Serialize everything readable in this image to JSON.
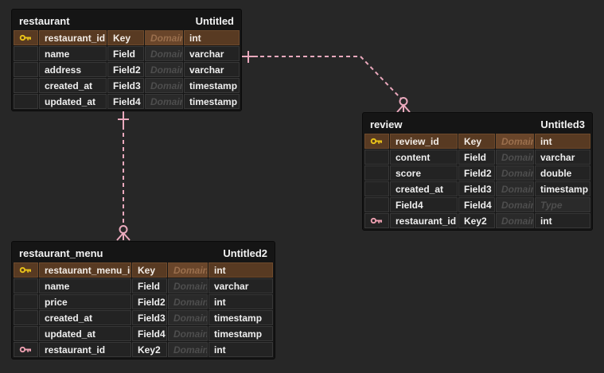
{
  "canvas": {
    "background_color": "#272727",
    "relationship_color": "#eaa9bd",
    "primary_key_row_color": "#583a22",
    "primary_key_icon_color": "#e9c319",
    "foreign_key_icon_color": "#ec9fb0"
  },
  "tables": [
    {
      "name": "restaurant",
      "title": "Untitled",
      "rows": [
        {
          "icon": "primary-key",
          "field": "restaurant_id",
          "key": "Key",
          "domain": "Domain",
          "type": "int"
        },
        {
          "icon": "none",
          "field": "name",
          "key": "Field",
          "domain": "Domain",
          "type": "varchar"
        },
        {
          "icon": "none",
          "field": "address",
          "key": "Field2",
          "domain": "Domain",
          "type": "varchar"
        },
        {
          "icon": "none",
          "field": "created_at",
          "key": "Field3",
          "domain": "Domain",
          "type": "timestamp"
        },
        {
          "icon": "none",
          "field": "updated_at",
          "key": "Field4",
          "domain": "Domain",
          "type": "timestamp"
        }
      ]
    },
    {
      "name": "review",
      "title": "Untitled3",
      "rows": [
        {
          "icon": "primary-key",
          "field": "review_id",
          "key": "Key",
          "domain": "Domain",
          "type": "int"
        },
        {
          "icon": "none",
          "field": "content",
          "key": "Field",
          "domain": "Domain",
          "type": "varchar"
        },
        {
          "icon": "none",
          "field": "score",
          "key": "Field2",
          "domain": "Domain",
          "type": "double"
        },
        {
          "icon": "none",
          "field": "created_at",
          "key": "Field3",
          "domain": "Domain",
          "type": "timestamp"
        },
        {
          "icon": "none",
          "field": "Field4",
          "key": "Field4",
          "domain": "Domain",
          "type": "Type"
        },
        {
          "icon": "foreign-key",
          "field": "restaurant_id",
          "key": "Key2",
          "domain": "Domain",
          "type": "int"
        }
      ]
    },
    {
      "name": "restaurant_menu",
      "title": "Untitled2",
      "rows": [
        {
          "icon": "primary-key",
          "field": "restaurant_menu_id",
          "key": "Key",
          "domain": "Domain",
          "type": "int"
        },
        {
          "icon": "none",
          "field": "name",
          "key": "Field",
          "domain": "Domain",
          "type": "varchar"
        },
        {
          "icon": "none",
          "field": "price",
          "key": "Field2",
          "domain": "Domain",
          "type": "int"
        },
        {
          "icon": "none",
          "field": "created_at",
          "key": "Field3",
          "domain": "Domain",
          "type": "timestamp"
        },
        {
          "icon": "none",
          "field": "updated_at",
          "key": "Field4",
          "domain": "Domain",
          "type": "timestamp"
        },
        {
          "icon": "foreign-key",
          "field": "restaurant_id",
          "key": "Key2",
          "domain": "Domain",
          "type": "int"
        }
      ]
    }
  ],
  "relationships": [
    {
      "from_table": "restaurant",
      "to_table": "review",
      "from_cardinality": "one",
      "to_cardinality": "many",
      "style": "dashed"
    },
    {
      "from_table": "restaurant",
      "to_table": "restaurant_menu",
      "from_cardinality": "one",
      "to_cardinality": "many",
      "style": "dashed"
    }
  ]
}
